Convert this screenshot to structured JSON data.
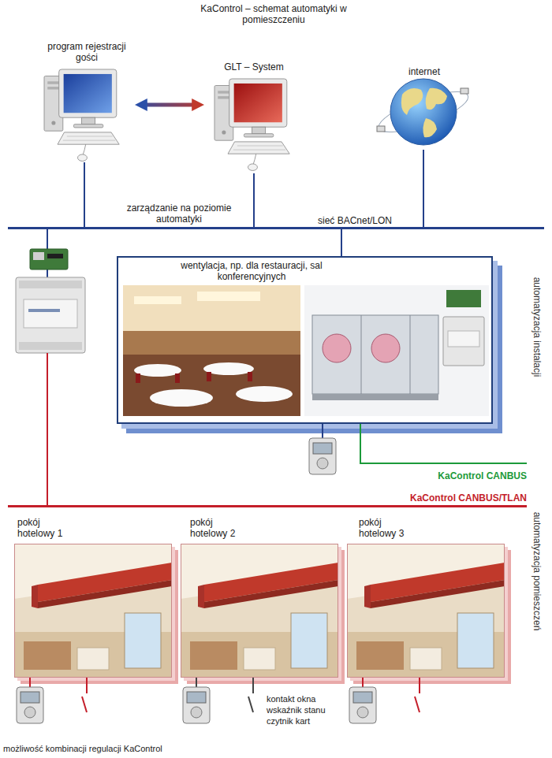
{
  "diagram": {
    "title": "KaControl – schemat automatyki w pomieszczeniu",
    "caption": "możliwość kombinacji regulacji KaControl",
    "nodes": [
      {
        "text": [
          "program rejestracji gości"
        ]
      },
      {
        "text": [
          "GLT – System"
        ]
      },
      {
        "text": [
          "internet"
        ]
      },
      {
        "text": [
          "zarządzanie na poziomie automatyki",
          "sieć BACnet/LON"
        ]
      },
      {
        "text": [
          "wentylacja, np. dla restauracji, sal konferencyjnych"
        ]
      },
      {
        "text": [
          "KaControl CANBUS/TLAN"
        ]
      },
      {
        "text": [
          "pokój hotelowy 1"
        ]
      },
      {
        "text": [
          "pokój hotelowy 2"
        ]
      },
      {
        "text": [
          "pokój hotelowy 3"
        ]
      }
    ],
    "edges": [
      {
        "from": 0,
        "to": 1,
        "arrow": "both"
      },
      {
        "from": 0,
        "to": 3,
        "arrow": "none"
      },
      {
        "from": 1,
        "to": 3,
        "arrow": "none"
      },
      {
        "from": 2,
        "to": 3,
        "arrow": "none"
      },
      {
        "from": 3,
        "to": 4,
        "arrow": "none"
      },
      {
        "from": 3,
        "to": 5,
        "arrow": "none"
      }
    ],
    "labels": [
      "automatyzacja instalacji",
      "KaControl CANBUS",
      "automatyzacja pomieszczeń",
      "kontakt okna",
      "wskaźnik stanu",
      "czytnik kart"
    ]
  }
}
